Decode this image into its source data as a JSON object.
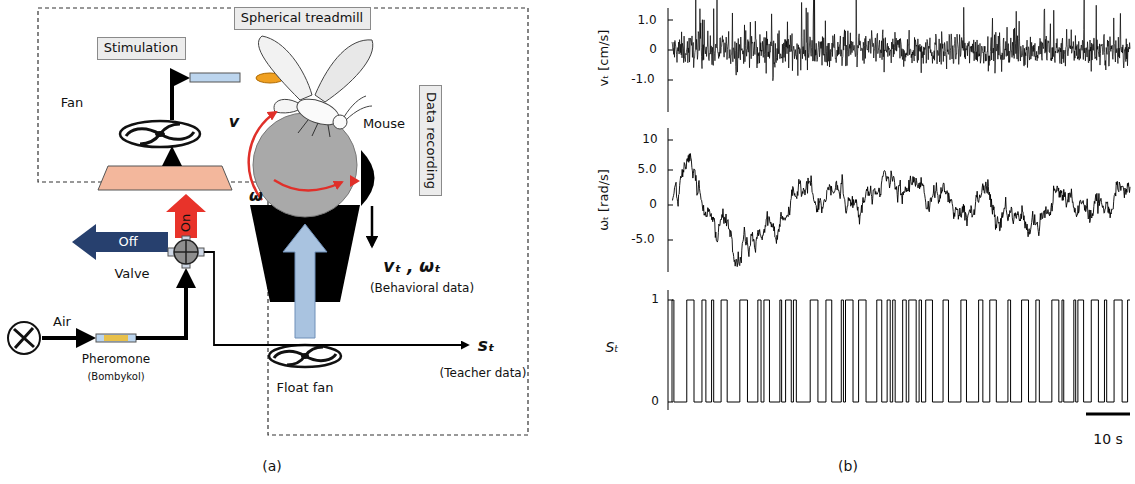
{
  "diagram": {
    "nodes": [
      {
        "text": [
          "Stimulation"
        ]
      },
      {
        "text": [
          "Spherical treadmill"
        ]
      },
      {
        "text": [
          "Data recording"
        ]
      }
    ],
    "labels": [
      "Fan",
      "Mouse",
      "v",
      "ω",
      "vₜ , ωₜ",
      "(Behavioral data)",
      "Float fan",
      "On",
      "Off",
      "Valve",
      "Air",
      "Pheromone",
      "(Bombykol)",
      "sₜ",
      "(Teacher data)",
      "(a)",
      "vₜ [cm/s]",
      "1.0",
      "0",
      "-1.0",
      "ωₜ [rad/s]",
      "10",
      "5.0",
      "0",
      "-5.0",
      "Sₜ",
      "1",
      "0",
      "10 s",
      "(b)"
    ]
  }
}
